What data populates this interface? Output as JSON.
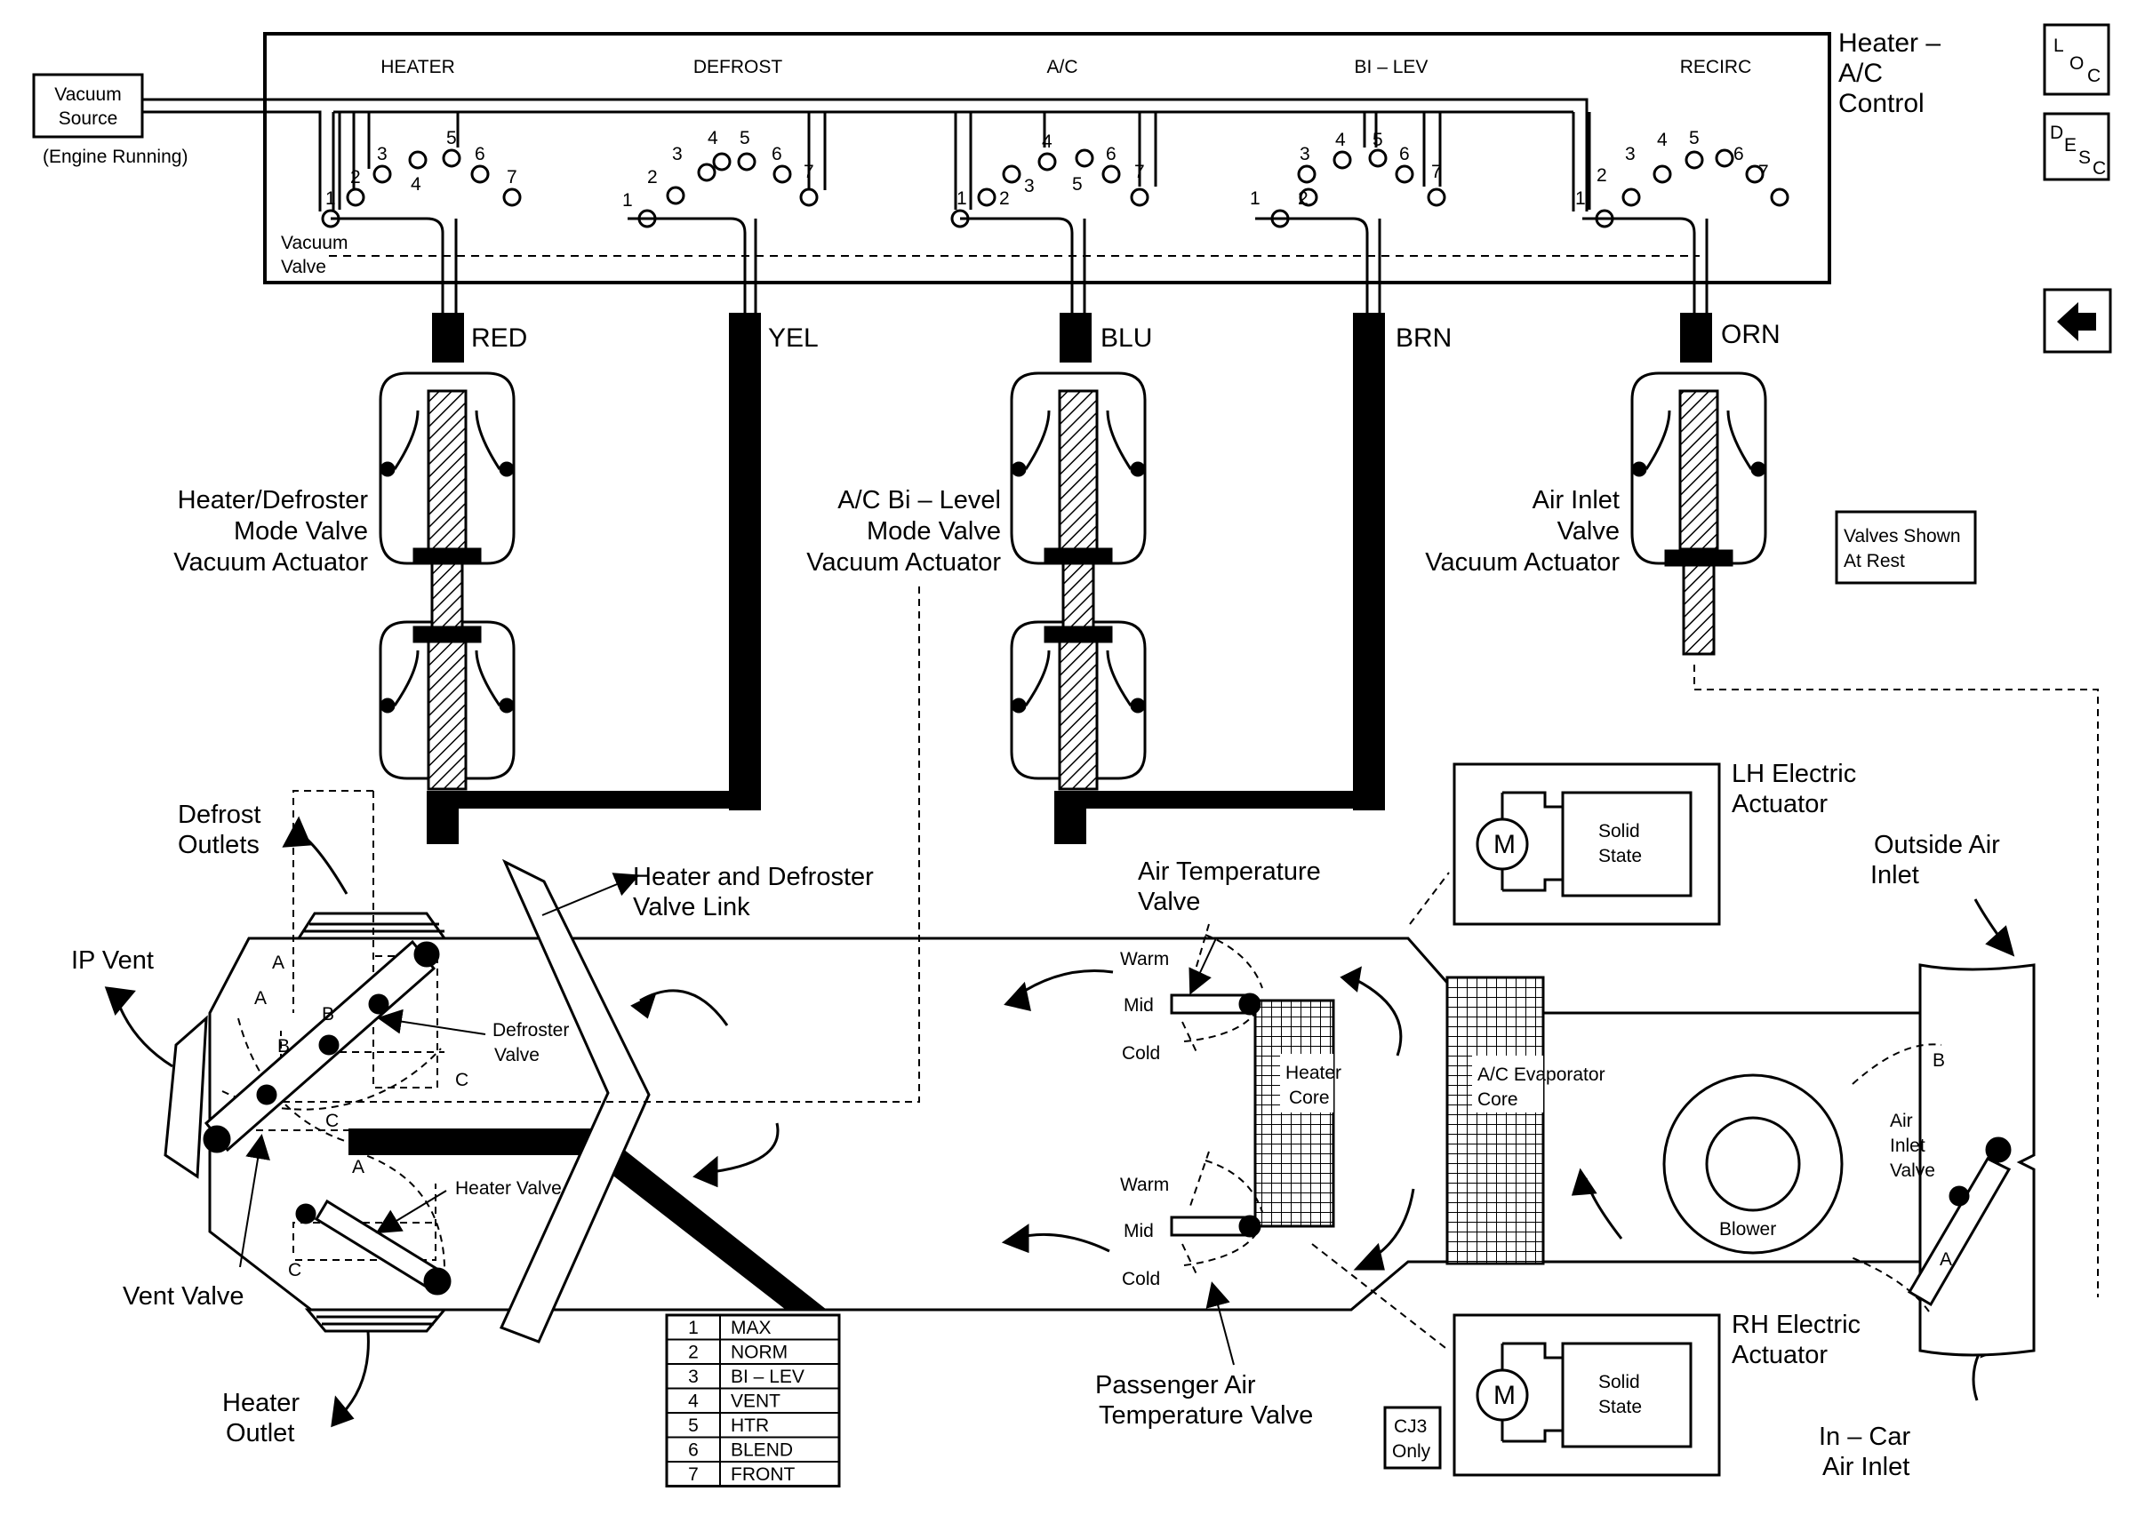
{
  "control": {
    "title": [
      "Heater –",
      "A/C",
      "Control"
    ],
    "modes": [
      "HEATER",
      "DEFROST",
      "A/C",
      "BI – LEV",
      "RECIRC"
    ],
    "vacuum_valve_label": [
      "Vacuum",
      "Valve"
    ]
  },
  "vacuum_source": {
    "label": [
      "Vacuum",
      "Source"
    ],
    "note": "(Engine Running)"
  },
  "port_numbers": [
    "1",
    "2",
    "3",
    "4",
    "5",
    "6",
    "7"
  ],
  "hoses": {
    "red": "RED",
    "yel": "YEL",
    "blu": "BLU",
    "brn": "BRN",
    "orn": "ORN"
  },
  "actuators": {
    "heater_defroster": [
      "Heater/Defroster",
      "Mode Valve",
      "Vacuum Actuator"
    ],
    "ac_bilevel": [
      "A/C Bi – Level",
      "Mode Valve",
      "Vacuum Actuator"
    ],
    "air_inlet": [
      "Air Inlet",
      "Valve",
      "Vacuum Actuator"
    ]
  },
  "valves_shown_at_rest": [
    "Valves Shown",
    "At Rest"
  ],
  "nav": {
    "loc": {
      "main": "L",
      "sub1": "O",
      "sub2": "C"
    },
    "desc": {
      "main": "D",
      "sub1": "E",
      "sub2": "S",
      "sub3": "C"
    },
    "back_arrow": "back-arrow-icon"
  },
  "left_labels": {
    "defrost_outlets": [
      "Defrost",
      "Outlets"
    ],
    "ip_vent": "IP Vent",
    "vent_valve": "Vent Valve",
    "heater_outlet": [
      "Heater",
      "Outlet"
    ],
    "heater_defroster_link": [
      "Heater and Defroster",
      "Valve Link"
    ],
    "defroster_valve": [
      "Defroster",
      "Valve"
    ],
    "heater_valve": "Heater Valve",
    "positions": {
      "a": "A",
      "b": "B",
      "c": "C"
    }
  },
  "right_labels": {
    "lh_actuator": [
      "LH Electric",
      "Actuator"
    ],
    "rh_actuator": [
      "RH Electric",
      "Actuator"
    ],
    "solid_state": [
      "Solid",
      "State"
    ],
    "motor": "M",
    "outside_air_inlet": [
      "Outside Air",
      "Inlet"
    ],
    "in_car_air_inlet": [
      "In – Car",
      "Air Inlet"
    ],
    "air_temp_valve": [
      "Air Temperature",
      "Valve"
    ],
    "passenger_air_temp_valve": [
      "Passenger Air",
      "Temperature Valve"
    ],
    "heater_core": [
      "Heater",
      "Core"
    ],
    "evaporator_core": [
      "A/C Evaporator",
      "Core"
    ],
    "blower": "Blower",
    "air_inlet_valve": [
      "Air",
      "Inlet",
      "Valve"
    ],
    "temp_positions": {
      "warm": "Warm",
      "mid": "Mid",
      "cold": "Cold"
    },
    "cj3_only": [
      "CJ3",
      "Only"
    ]
  },
  "legend": [
    {
      "num": "1",
      "label": "MAX"
    },
    {
      "num": "2",
      "label": "NORM"
    },
    {
      "num": "3",
      "label": "BI – LEV"
    },
    {
      "num": "4",
      "label": "VENT"
    },
    {
      "num": "5",
      "label": "HTR"
    },
    {
      "num": "6",
      "label": "BLEND"
    },
    {
      "num": "7",
      "label": "FRONT"
    }
  ]
}
